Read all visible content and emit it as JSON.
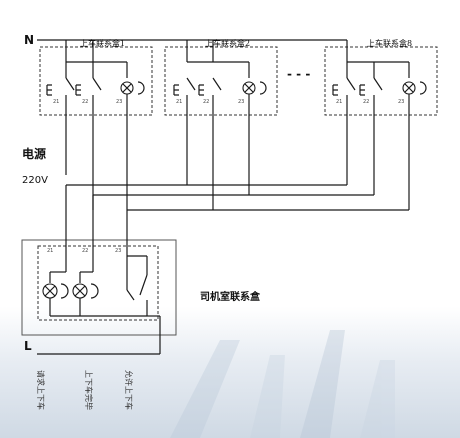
{
  "labels": {
    "n": "N",
    "l": "L",
    "power": "电源",
    "voltage": "220V",
    "cab_box": "司机室联系盒",
    "box1": "上车联系盒1",
    "box2": "上车联系盒2",
    "box8": "上车联系盒8",
    "ellipsis": "- - -"
  },
  "terminals": {
    "t21": "21",
    "t22": "22",
    "t23": "23"
  },
  "bottom_labels": {
    "request": "请求上下车",
    "done": "上下车完毕",
    "allow": "允许上下车"
  }
}
